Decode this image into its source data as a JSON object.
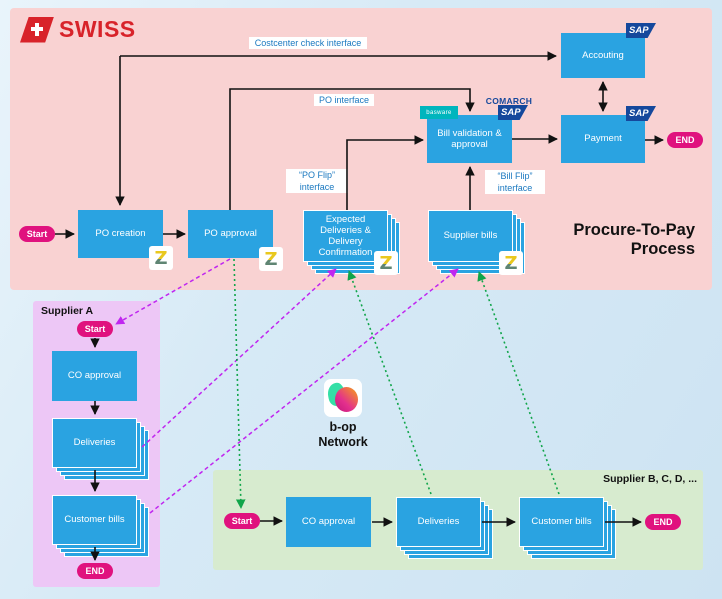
{
  "brand": {
    "name": "SWISS"
  },
  "p2p": {
    "title": "Procure-To-Pay Process",
    "labels": {
      "costcenter_interface": "Costcenter check interface",
      "po_interface": "PO interface",
      "po_flip_1": "“PO Flip”",
      "po_flip_2": "interface",
      "bill_flip_1": "“Bill Flip”",
      "bill_flip_2": "interface"
    },
    "nodes": {
      "start": "Start",
      "po_creation": "PO creation",
      "po_approval": "PO approval",
      "expected_deliveries": "Expected Deliveries & Delivery Confirmation",
      "supplier_bills": "Supplier bills",
      "bill_validation": "Bill validation & approval",
      "accounting": "Accouting",
      "payment": "Payment",
      "end": "END"
    },
    "vendors": {
      "sap": "SAP",
      "comarch": "COMARCH",
      "basware": "basware",
      "z": "Z"
    }
  },
  "supplier_a": {
    "title": "Supplier A",
    "nodes": {
      "start": "Start",
      "co_approval": "CO approval",
      "deliveries": "Deliveries",
      "customer_bills": "Customer bills",
      "end": "END"
    }
  },
  "supplier_bcd": {
    "title": "Supplier B, C, D, ...",
    "nodes": {
      "start": "Start",
      "co_approval": "CO approval",
      "deliveries": "Deliveries",
      "customer_bills": "Customer bills",
      "end": "END"
    }
  },
  "bop": {
    "line1": "b-op",
    "line2": "Network"
  },
  "colors": {
    "box_blue": "#2aa3e1",
    "pill_magenta": "#e0127e",
    "panel_pink": "#f9d2d2",
    "panel_lavender": "#edc7f6",
    "panel_green": "#d7ebcf",
    "label_blue": "#1b79c0",
    "swiss_red": "#d8232a",
    "sap_navy": "#15489c",
    "basware_teal": "#00b5bd",
    "arrow_magenta": "#c026f0",
    "arrow_green": "#10a54a",
    "arrow_black": "#111111"
  }
}
